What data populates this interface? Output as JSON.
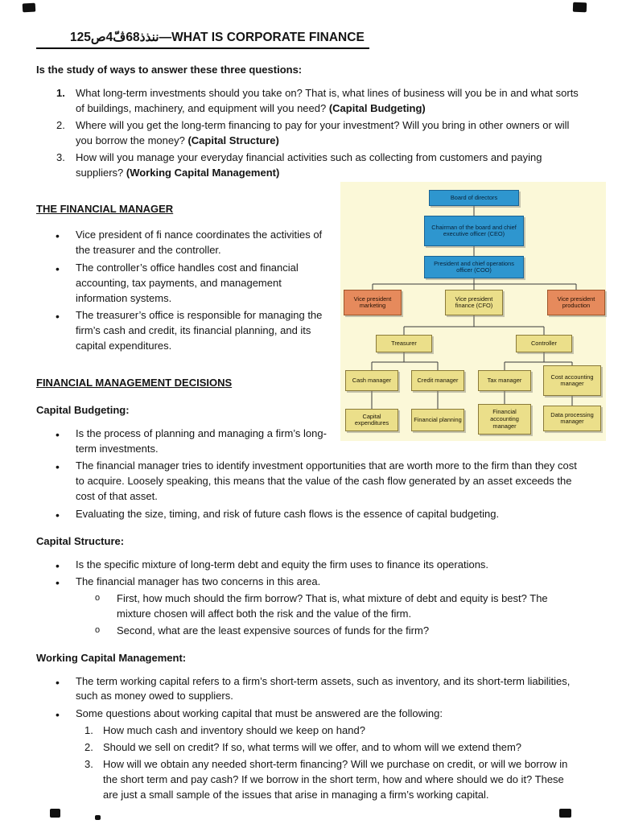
{
  "page": {
    "title": "125ننذذ68ڤّ4ص—WHAT IS CORPORATE FINANCE",
    "intro": "Is the study of ways to answer these three questions:",
    "questions": [
      {
        "text": "What long-term investments should you take on? That is, what lines of business will you be in and what sorts of buildings, machinery, and equipment will you need? ",
        "bold": "(Capital Budgeting)"
      },
      {
        "text": "Where will you get the long-term financing to pay for your investment? Will you bring in other owners or will you borrow the money? ",
        "bold": "(Capital Structure)"
      },
      {
        "text": "How will you manage your everyday financial activities such as collecting from customers and paying suppliers? ",
        "bold": "(Working Capital Management)"
      }
    ],
    "financial_manager": {
      "heading": "THE FINANCIAL MANAGER",
      "bullets": [
        "Vice president of fi nance coordinates the activities of the treasurer and the controller.",
        "The controller’s office handles cost and financial accounting, tax payments, and management information systems.",
        "The treasurer’s office is responsible for managing the firm’s cash and credit, its financial planning, and its capital expenditures."
      ]
    },
    "decisions_heading": "FINANCIAL MANAGEMENT DECISIONS",
    "capital_budgeting": {
      "heading": "Capital Budgeting:",
      "bullets": [
        "Is the process of planning and managing a firm’s long-term investments.",
        "The financial manager tries to identify investment opportunities that are worth more to the firm than they cost to acquire. Loosely speaking, this means that the value of the cash flow generated by an asset exceeds the cost of that asset.",
        "Evaluating the size, timing, and risk of future cash flows is the essence of capital budgeting."
      ]
    },
    "capital_structure": {
      "heading": "Capital Structure:",
      "bullets": [
        "Is the specific mixture of long-term debt and equity the firm uses to finance its operations.",
        "The financial manager has two concerns in this area."
      ],
      "sub_bullets": [
        "First, how much should the firm borrow? That is, what mixture of debt and equity is best? The mixture chosen will affect both the risk and the value of the firm.",
        "Second, what are the least expensive sources of funds for the firm?"
      ]
    },
    "working_capital": {
      "heading": "Working Capital Management:",
      "bullets": [
        "The term working capital refers to a firm’s short-term assets, such as inventory, and its short-term liabilities, such as money owed to suppliers.",
        "Some questions about working capital that must be answered are the following:"
      ],
      "numbered": [
        "How much cash and inventory should we keep on hand?",
        "Should we sell on credit? If so, what terms will we offer, and to whom will we extend them?",
        "How will we obtain any needed short-term financing? Will we purchase on credit, or will we borrow in the short term and pay cash? If we borrow in the short term, how and where should we do it? These are just a small sample of the issues that arise in managing a firm’s working capital."
      ]
    }
  },
  "orgchart": {
    "board": "Board of directors",
    "ceo": "Chairman of the board and chief executive officer (CEO)",
    "coo": "President and chief operations officer (COO)",
    "vp_marketing": "Vice president marketing",
    "vp_finance": "Vice president finance (CFO)",
    "vp_production": "Vice president production",
    "treasurer": "Treasurer",
    "controller": "Controller",
    "cash_manager": "Cash manager",
    "credit_manager": "Credit manager",
    "tax_manager": "Tax manager",
    "cost_accounting": "Cost accounting manager",
    "capital_expenditures": "Capital expenditures",
    "financial_planning": "Financial planning",
    "financial_accounting": "Financial accounting manager",
    "data_processing": "Data processing manager"
  },
  "colors": {
    "chart_background": "#fbf8d8",
    "blue_node": "#2e96cf",
    "orange_node": "#e68a5c",
    "yellow_node": "#ebdf8a"
  }
}
